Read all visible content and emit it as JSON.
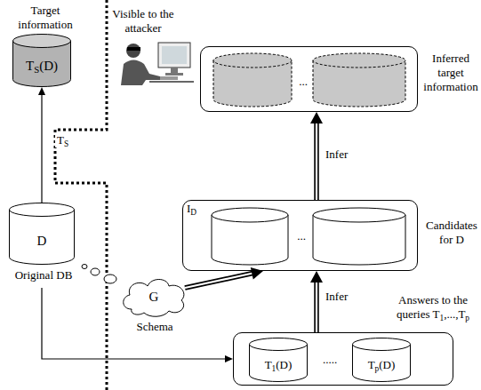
{
  "diagram": {
    "nodes": [
      {
        "text": [
          "Target information",
          "TS(D)"
        ]
      },
      {
        "text": [
          "Inferred target information"
        ]
      },
      {
        "text": [
          "ID",
          "Candidates for D"
        ]
      },
      {
        "text": [
          "D",
          "Original DB"
        ]
      },
      {
        "text": [
          "G",
          "Schema"
        ]
      },
      {
        "text": [
          "Answers to the queries T1,...,Tp"
        ]
      },
      {
        "text": [
          "T1(D)"
        ],
        "in": 5
      },
      {
        "text": [
          "Tp(D)"
        ],
        "in": 5
      }
    ],
    "edges": [
      {
        "from": 3,
        "to": 0,
        "arrow": "to",
        "label": "TS"
      },
      {
        "from": 3,
        "to": 5,
        "arrow": "to"
      },
      {
        "from": 5,
        "to": 2,
        "arrow": "to",
        "label": "Infer"
      },
      {
        "from": 4,
        "to": 2,
        "arrow": "to"
      },
      {
        "from": 2,
        "to": 1,
        "arrow": "to",
        "label": "Infer"
      }
    ],
    "labels": [
      "Visible to the attacker",
      "...",
      "...",
      "....."
    ]
  }
}
